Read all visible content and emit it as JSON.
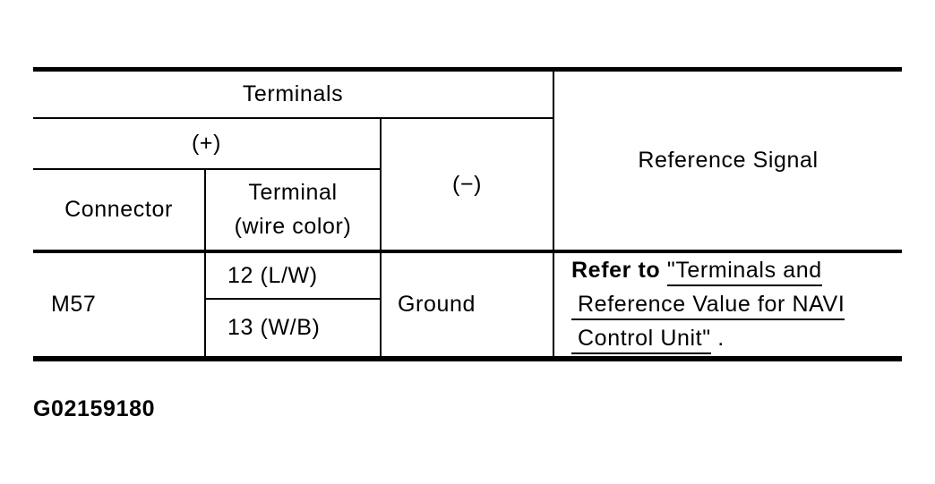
{
  "colors": {
    "background": "#ffffff",
    "text": "#000000",
    "rule": "#000000"
  },
  "table": {
    "headers": {
      "terminals": "Terminals",
      "plus": "(+)",
      "minus": "(−)",
      "connector": "Connector",
      "terminal_line1": "Terminal",
      "terminal_line2": "(wire color)",
      "reference_signal": "Reference Signal"
    },
    "rows": {
      "connector_value": "M57",
      "terminal_values": [
        "12 (L/W)",
        "13 (W/B)"
      ],
      "minus_value": "Ground",
      "reference": {
        "prefix": "Refer to ",
        "link_line_1": "\"Terminals and",
        "link_line_2": "Reference Value for NAVI",
        "link_line_3": "Control Unit\"",
        "suffix": " ."
      }
    }
  },
  "caption": "G02159180"
}
